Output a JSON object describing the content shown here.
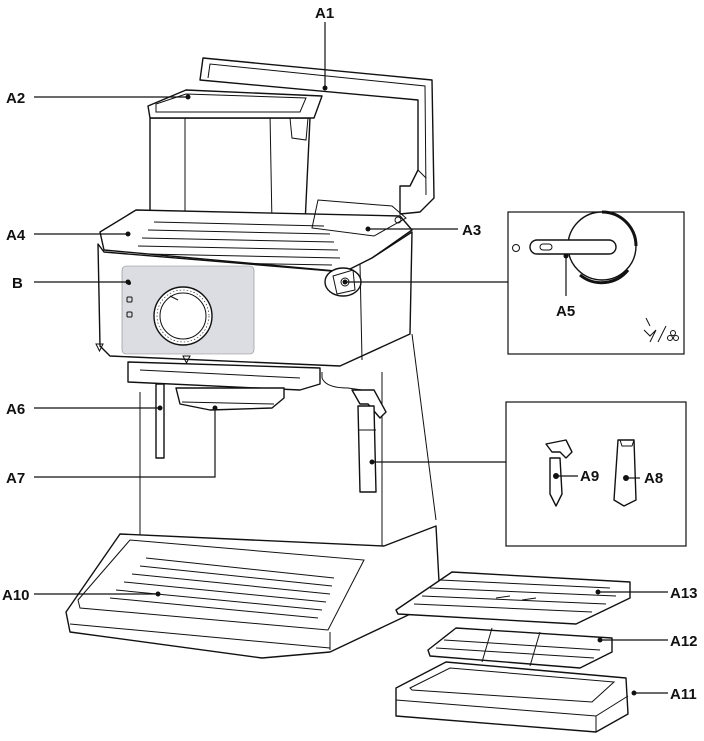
{
  "labels": {
    "a1": "A1",
    "a2": "A2",
    "a3": "A3",
    "a4": "A4",
    "b": "B",
    "a5": "A5",
    "a6": "A6",
    "a7": "A7",
    "a8": "A8",
    "a9": "A9",
    "a10": "A10",
    "a11": "A11",
    "a12": "A12",
    "a13": "A13"
  },
  "colors": {
    "panel": "#dcdde2",
    "line": "#111111",
    "background": "#ffffff"
  }
}
